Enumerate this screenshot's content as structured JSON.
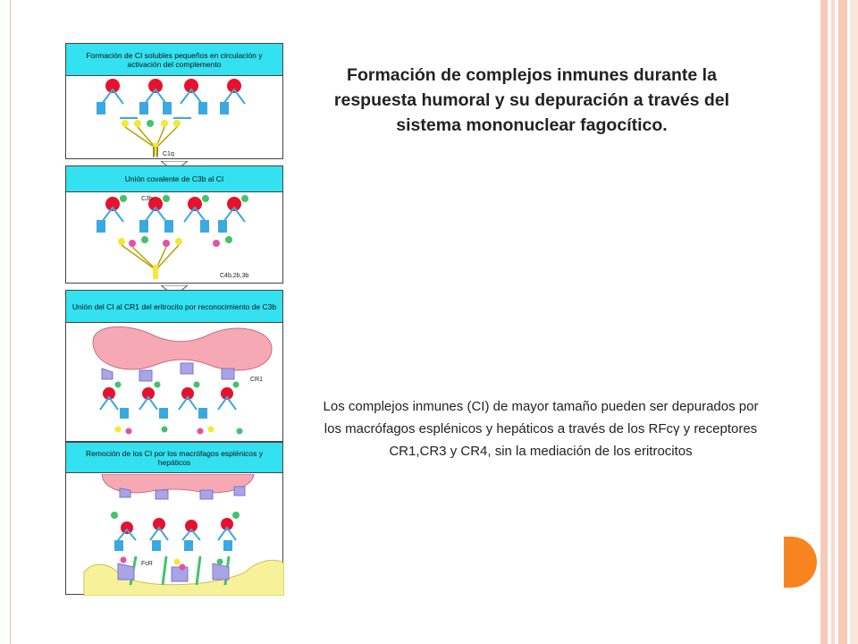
{
  "title": "Formación de complejos inmunes durante la respuesta humoral y su depuración a través del sistema mononuclear fagocítico.",
  "description": "Los complejos inmunes (CI) de mayor tamaño pueden ser depurados por los macrófagos esplénicos y hepáticos a través de los RFcγ y receptores CR1,CR3 y CR4, sin la mediación de los eritrocitos",
  "panels": [
    {
      "heading": "Formación de CI solubles pequeños en circulación y activación del complemento",
      "labels": [
        "C1q"
      ]
    },
    {
      "heading": "Unión covalente de C3b al CI",
      "labels": [
        "C3b",
        "C4b,2b,3b"
      ]
    },
    {
      "heading": "Unión del CI al CR1 del eritrocito por reconocimiento de C3b",
      "labels": [
        "CR1"
      ]
    },
    {
      "heading": "Remoción de los CI por los macrófagos esplénicos y hepáticos",
      "labels": [
        "FcR"
      ]
    }
  ],
  "colors": {
    "panel_header": "#33e1f0",
    "antigen": "#e8112d",
    "antibody": "#3aa9e0",
    "complement_yellow": "#f5e733",
    "complement_green": "#41c36a",
    "complement_pink": "#e84fa4",
    "erythrocyte": "#f6a9b5",
    "receptor": "#a9a3e8",
    "macrophage": "#f7f29a",
    "accent_orange": "#f7841f"
  }
}
